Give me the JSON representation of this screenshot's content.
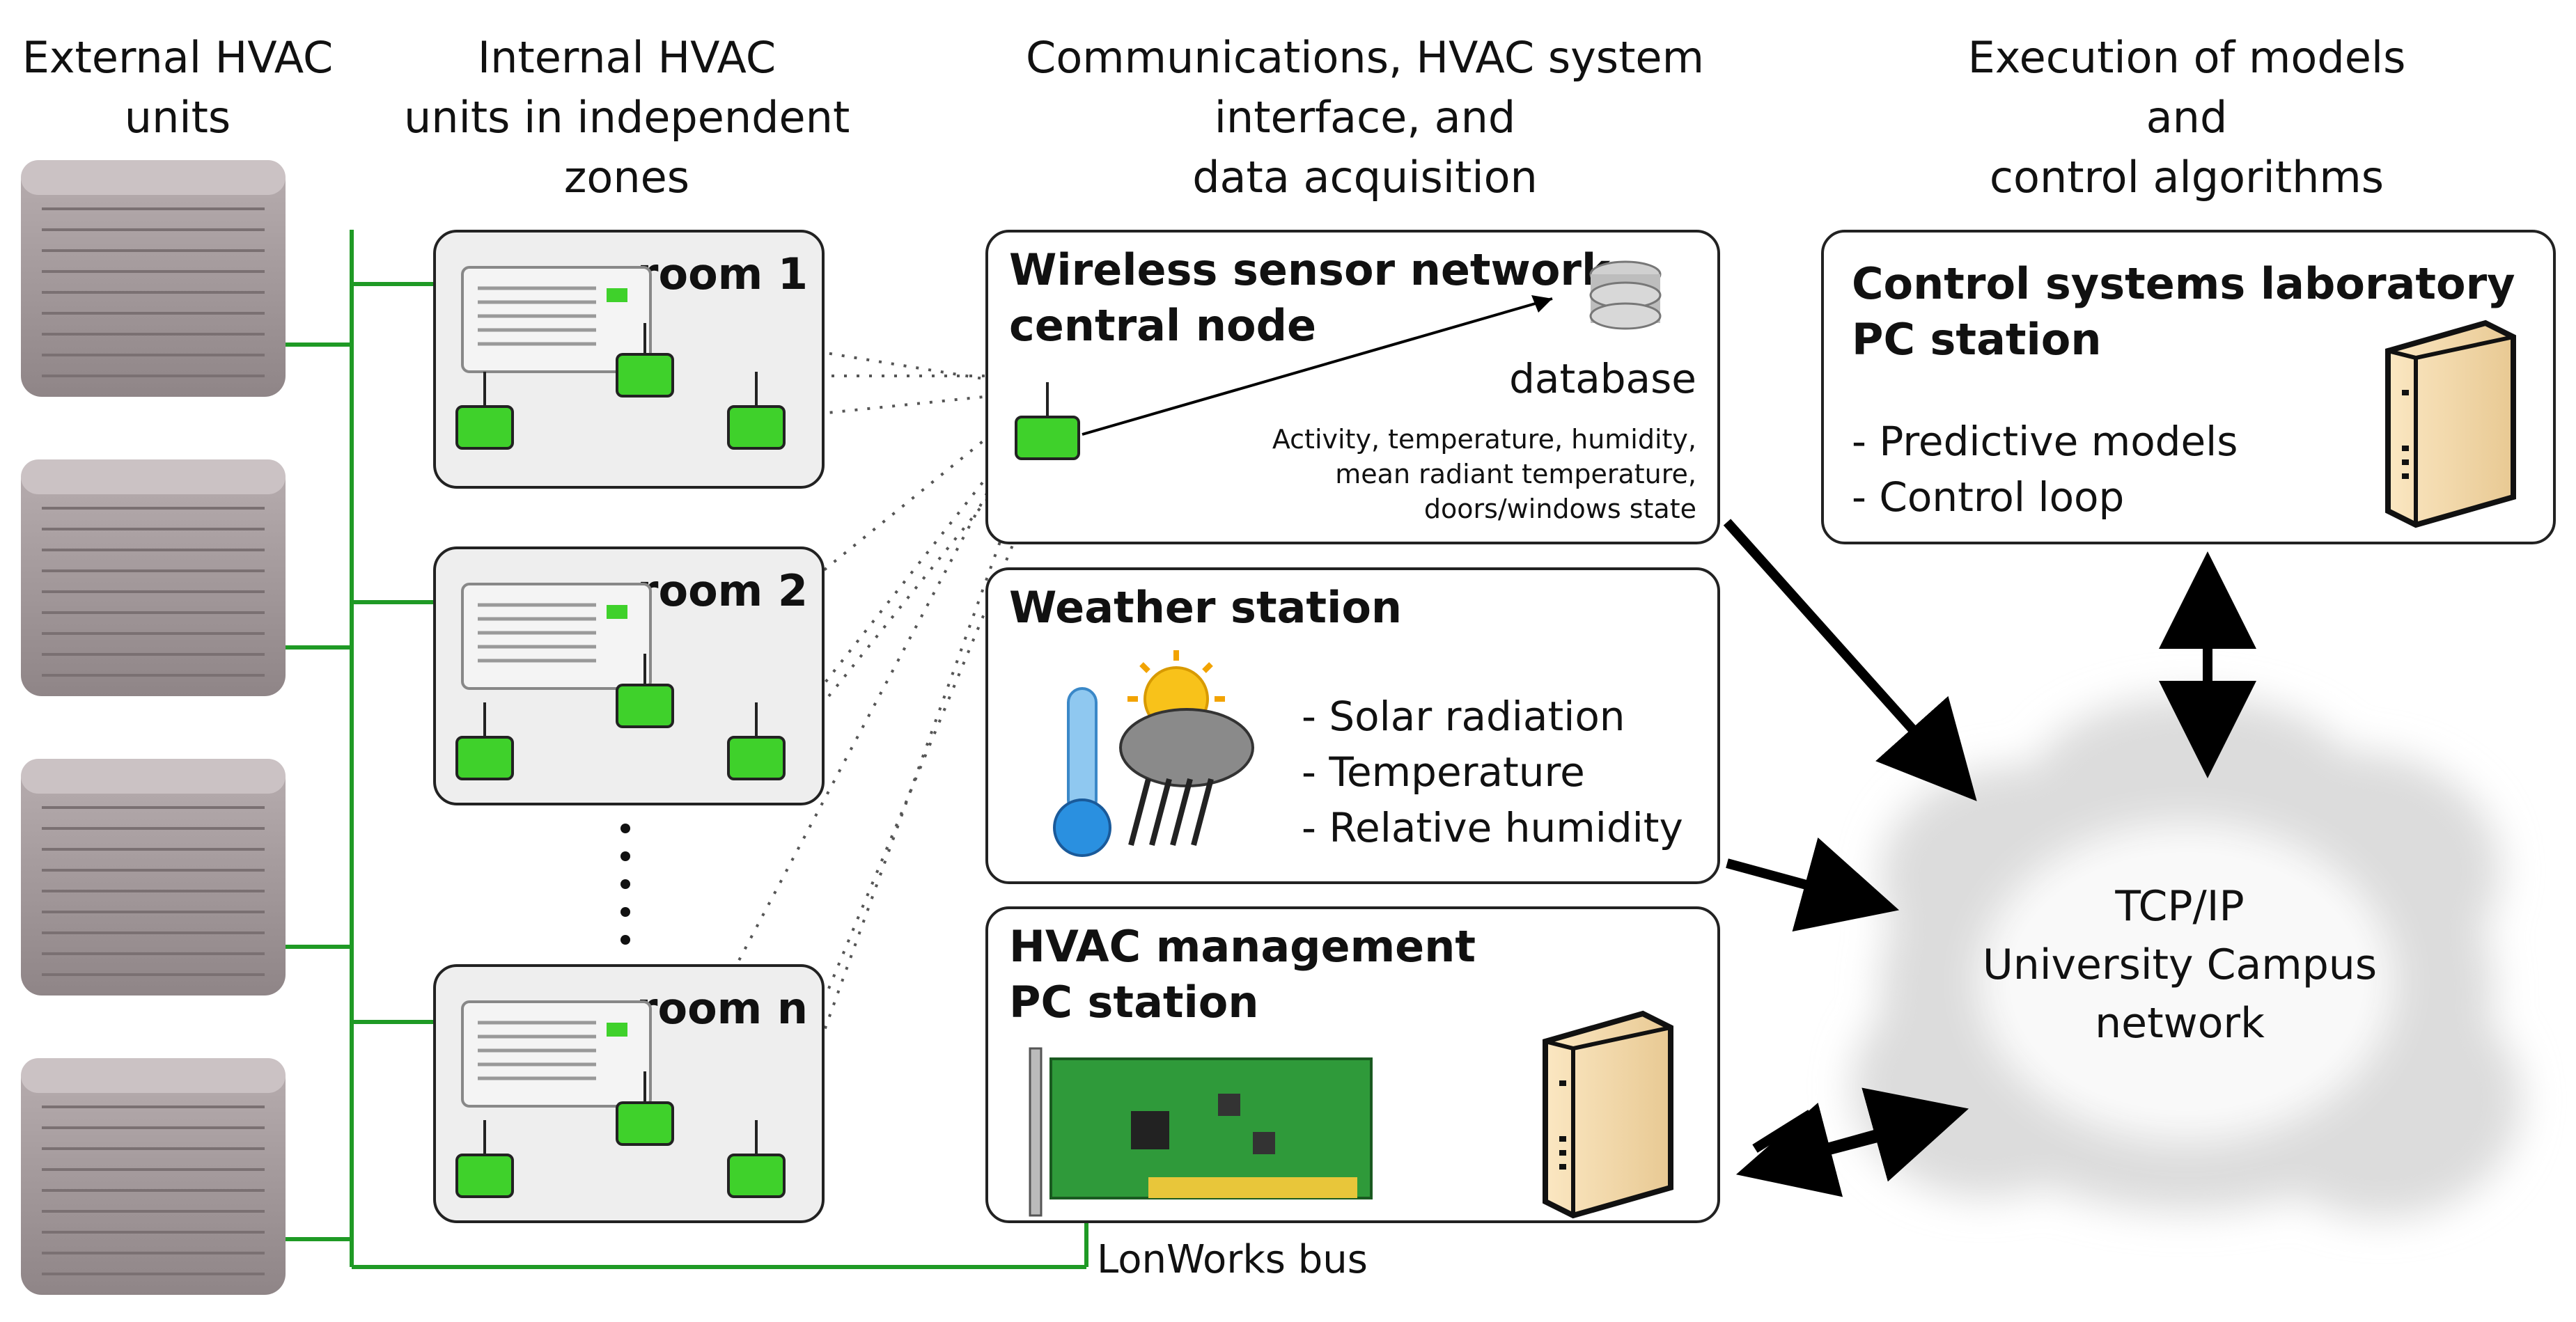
{
  "headers": {
    "external": [
      "External HVAC",
      "units"
    ],
    "internal": [
      "Internal HVAC",
      "units in independent",
      "zones"
    ],
    "comms": [
      "Communications, HVAC system",
      "interface, and",
      "data acquisition"
    ],
    "execution": [
      "Execution of models",
      "and",
      "control algorithms"
    ]
  },
  "rooms": [
    "room 1",
    "room 2",
    "room n"
  ],
  "wsn": {
    "title": [
      "Wireless sensor network",
      "central node"
    ],
    "database_label": "database",
    "details": [
      "Activity, temperature, humidity,",
      "mean radiant temperature,",
      "doors/windows state"
    ]
  },
  "weather": {
    "title": "Weather station",
    "items": [
      "- Solar radiation",
      "- Temperature",
      "- Relative humidity"
    ]
  },
  "hvac_pc": {
    "title": [
      "HVAC management",
      "PC station"
    ],
    "bus_label": "LonWorks bus"
  },
  "control_pc": {
    "title": [
      "Control systems laboratory",
      "PC station"
    ],
    "items": [
      "- Predictive models",
      "- Control loop"
    ]
  },
  "network": [
    "TCP/IP",
    "University Campus",
    "network"
  ],
  "colors": {
    "bus_green": "#1f9a25",
    "sensor_green": "#3fd12b",
    "box_border": "#222222",
    "room_fill": "#eeeeee"
  }
}
